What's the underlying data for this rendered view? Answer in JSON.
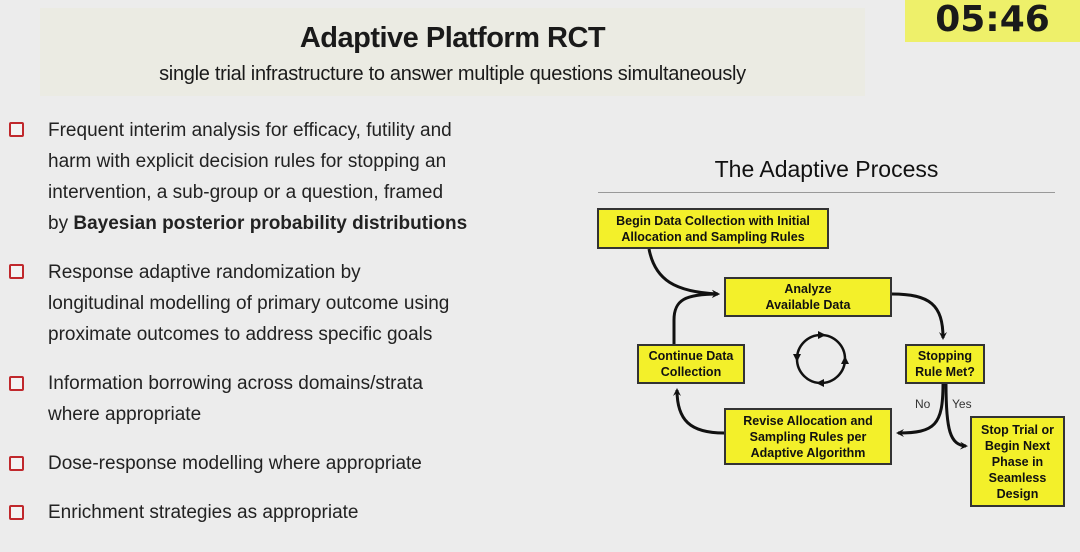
{
  "header": {
    "title": "Adaptive Platform RCT",
    "subtitle": "single trial infrastructure to answer multiple questions simultaneously"
  },
  "timer": "05:46",
  "bullets": [
    {
      "lines": [
        "Frequent interim analysis for efficacy, futility and",
        "harm with explicit decision rules for stopping an",
        "intervention, a sub-group or a question, framed"
      ],
      "last_plain": "by ",
      "last_bold": "Bayesian posterior probability distributions"
    },
    {
      "lines": [
        "Response adaptive randomization by",
        "longitudinal modelling of primary outcome using",
        "proximate outcomes to address specific goals"
      ]
    },
    {
      "lines": [
        "Information borrowing across domains/strata",
        "where appropriate"
      ]
    },
    {
      "lines": [
        "Dose-response modelling where appropriate"
      ]
    },
    {
      "lines": [
        "Enrichment strategies as appropriate"
      ]
    }
  ],
  "diagram": {
    "title": "The Adaptive Process",
    "begin": "Begin Data Collection with Initial Allocation and Sampling Rules",
    "analyze": "Analyze Available Data",
    "continue": "Continue Data Collection",
    "stopping": "Stopping Rule Met?",
    "revise": "Revise Allocation and Sampling Rules per Adaptive Algorithm",
    "stop_trial": "Stop Trial or Begin Next Phase in Seamless Design",
    "no": "No",
    "yes": "Yes"
  },
  "colors": {
    "box": "#f3f02a",
    "timer": "#eef06a",
    "bullet": "#c0282c"
  }
}
